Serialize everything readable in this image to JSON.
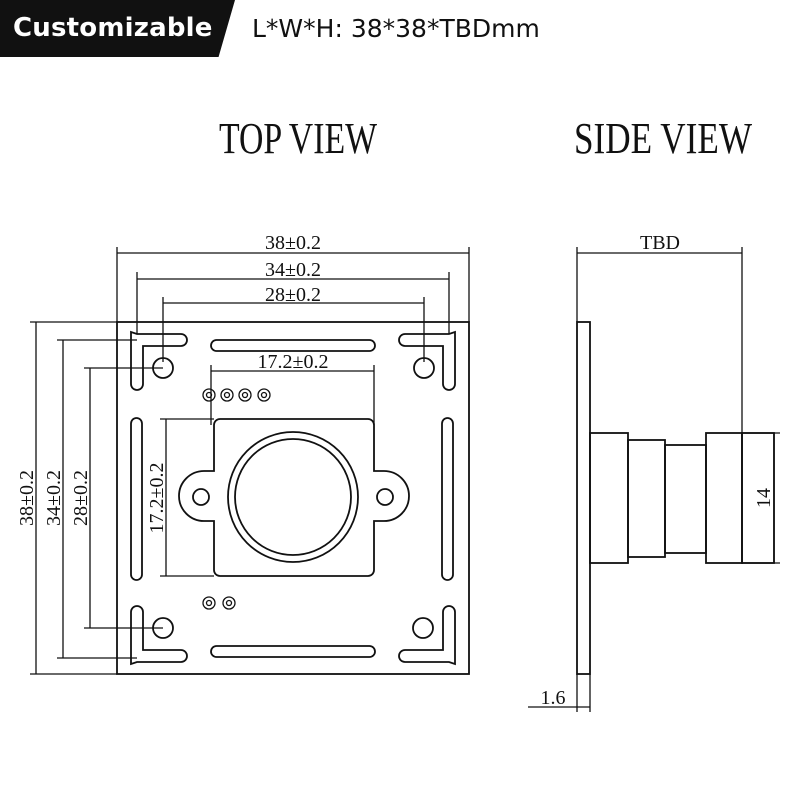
{
  "header": {
    "badge": "Customizable",
    "dimensions": "L*W*H:  38*38*TBDmm"
  },
  "top_view": {
    "title": "TOP VIEW",
    "dim_width_outer": "38±0.2",
    "dim_width_mid": "34±0.2",
    "dim_width_inner": "28±0.2",
    "dim_lens_width": "17.2±0.2",
    "dim_height_outer": "38±0.2",
    "dim_height_mid": "34±0.2",
    "dim_height_inner": "28±0.2",
    "dim_lens_height": "17.2±0.2"
  },
  "side_view": {
    "title": "SIDE VIEW",
    "dim_length": "TBD",
    "dim_diameter": "14",
    "dim_thickness": "1.6"
  },
  "colors": {
    "ink": "#111111",
    "banner_bg": "#111111",
    "banner_text": "#ffffff"
  }
}
